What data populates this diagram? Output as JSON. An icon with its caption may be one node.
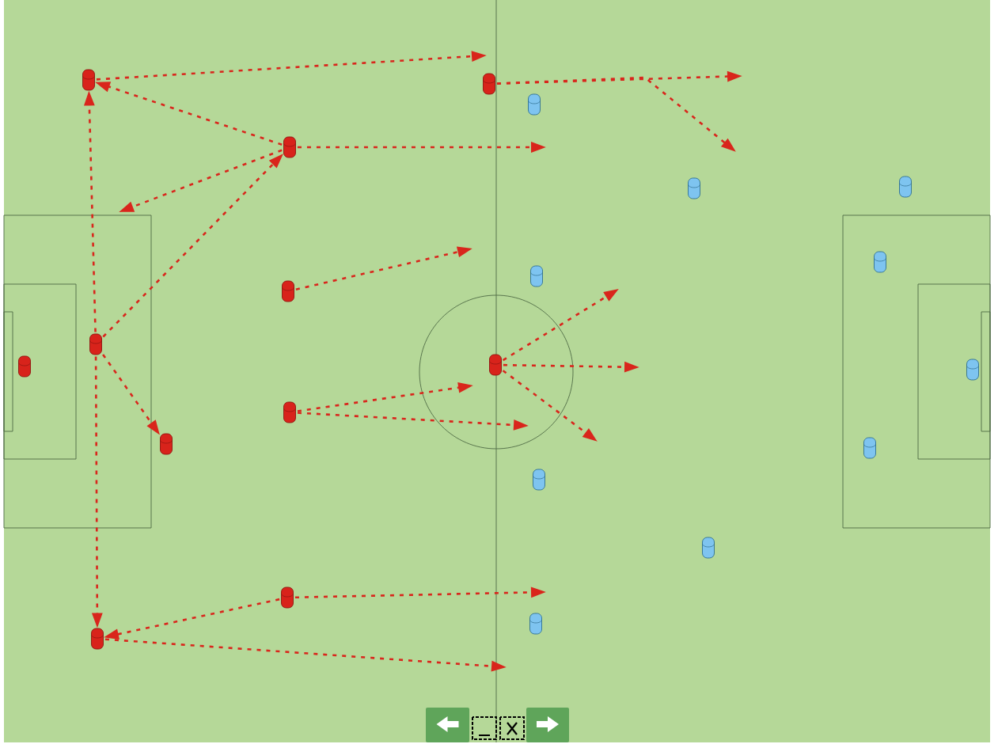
{
  "diagram": {
    "nodes": [
      {
        "text": [],
        "shape": "cylinder"
      },
      {
        "text": [],
        "shape": "cylinder"
      },
      {
        "text": [],
        "shape": "cylinder"
      },
      {
        "text": [],
        "shape": "cylinder"
      },
      {
        "text": [],
        "shape": "cylinder"
      },
      {
        "text": [],
        "shape": "cylinder"
      },
      {
        "text": [],
        "shape": "cylinder"
      },
      {
        "text": [],
        "shape": "cylinder"
      },
      {
        "text": [],
        "shape": "cylinder"
      },
      {
        "text": [],
        "shape": "cylinder"
      },
      {
        "text": [],
        "shape": "cylinder"
      },
      {
        "text": [],
        "shape": "cylinder"
      },
      {
        "text": [],
        "shape": "cylinder"
      },
      {
        "text": [],
        "shape": "cylinder"
      },
      {
        "text": [],
        "shape": "cylinder"
      },
      {
        "text": [],
        "shape": "cylinder"
      },
      {
        "text": [],
        "shape": "cylinder"
      },
      {
        "text": [],
        "shape": "cylinder"
      },
      {
        "text": [],
        "shape": "cylinder"
      },
      {
        "text": [],
        "shape": "cylinder"
      },
      {
        "text": [],
        "shape": "cylinder"
      }
    ],
    "edges": [
      {
        "from": 0,
        "to": null,
        "arrow": "to"
      },
      {
        "from": 3,
        "to": 0,
        "arrow": "to"
      },
      {
        "from": 3,
        "to": null,
        "arrow": "to"
      },
      {
        "from": 3,
        "to": null,
        "arrow": "to"
      },
      {
        "from": 9,
        "to": 3,
        "arrow": "to"
      },
      {
        "from": 9,
        "to": 0,
        "arrow": "to"
      },
      {
        "from": 9,
        "to": 20,
        "arrow": "to"
      },
      {
        "from": 9,
        "to": 14,
        "arrow": "to"
      },
      {
        "from": 1,
        "to": null,
        "arrow": "to"
      },
      {
        "from": 1,
        "to": null,
        "arrow": "to"
      },
      {
        "from": 8,
        "to": null,
        "arrow": "to"
      },
      {
        "from": 11,
        "to": null,
        "arrow": "to"
      },
      {
        "from": 11,
        "to": null,
        "arrow": "to"
      },
      {
        "from": 11,
        "to": null,
        "arrow": "to"
      },
      {
        "from": 13,
        "to": null,
        "arrow": "to"
      },
      {
        "from": 13,
        "to": null,
        "arrow": "to"
      },
      {
        "from": 18,
        "to": null,
        "arrow": "to"
      },
      {
        "from": 18,
        "to": 20,
        "arrow": "to"
      },
      {
        "from": 20,
        "to": null,
        "arrow": "to"
      }
    ]
  }
}
